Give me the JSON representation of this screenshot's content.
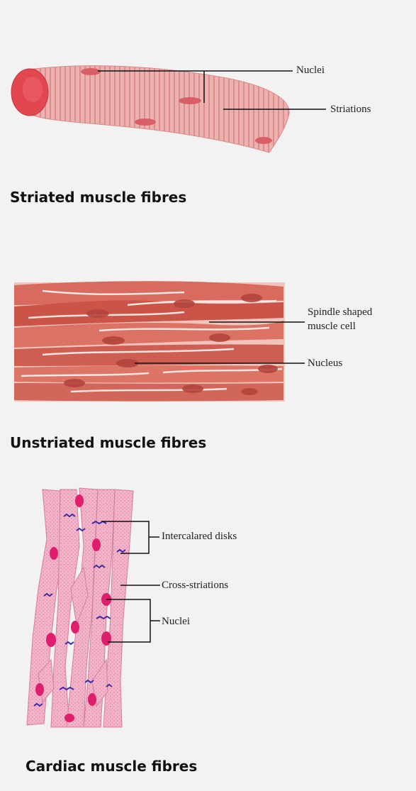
{
  "panels": [
    {
      "caption": "Striated muscle fibres",
      "labels": [
        "Nuclei",
        "Striations"
      ]
    },
    {
      "caption": "Unstriated muscle fibres",
      "labels": [
        "Spindle shaped muscle cell",
        "Nucleus"
      ]
    },
    {
      "caption": "Cardiac muscle fibres",
      "labels": [
        "Intercalared disks",
        "Cross-striations",
        "Nuclei"
      ]
    }
  ],
  "colors": {
    "background": "#f2f2f2",
    "striated_fibre": "#e8a2a0",
    "striated_end": "#e0454e",
    "smooth_fibre": "#d9665a",
    "cardiac_fibre": "#f2a8c0",
    "nucleus_cardiac": "#e01e6e",
    "disk": "#3a2aa8",
    "leader_line": "#111111"
  }
}
